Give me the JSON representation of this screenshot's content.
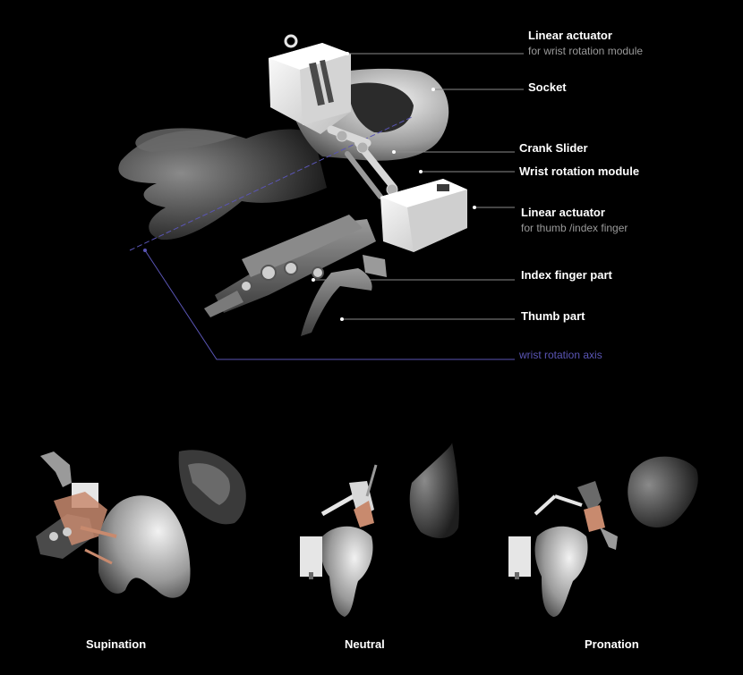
{
  "labels": {
    "actuator_wrist": {
      "title": "Linear actuator",
      "sub": "for wrist rotation module"
    },
    "socket": {
      "title": "Socket"
    },
    "crank_slider": {
      "title": "Crank Slider"
    },
    "wrist_module": {
      "title": "Wrist rotation module"
    },
    "actuator_thumb": {
      "title": "Linear actuator",
      "sub": "for thumb /index finger"
    },
    "index_finger": {
      "title": "Index finger part"
    },
    "thumb": {
      "title": "Thumb part"
    },
    "axis": {
      "title": "wrist rotation axis"
    }
  },
  "poses": [
    "Supination",
    "Neutral",
    "Pronation"
  ],
  "colors": {
    "background": "#000000",
    "label": "#ffffff",
    "sublabel": "#9a9a9a",
    "leader_line": "#8a8a8a",
    "axis": "#5a55b5",
    "socket": "#bdbdbd",
    "actuator": "#e6e6e6",
    "linkage": "#6a6a6a",
    "joint_copper": "#c88a6e"
  }
}
